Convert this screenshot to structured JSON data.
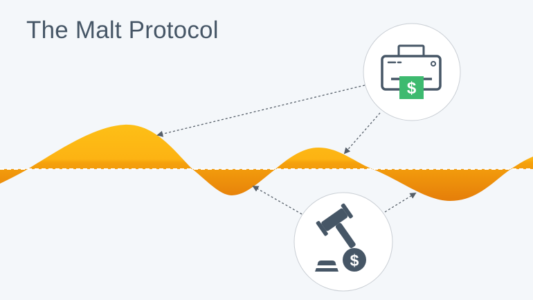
{
  "title": "The Malt Protocol",
  "colors": {
    "background": "#f4f7fa",
    "title": "#465666",
    "icon_dark": "#465666",
    "money_green": "#3dba6f",
    "wave_light": "#fdbd16",
    "wave_dark": "#e57e0a",
    "circle_border": "#c9ced4",
    "arrow": "#555e68"
  },
  "nodes": [
    {
      "id": "printer",
      "icon": "money-printer-icon",
      "symbol": "$"
    },
    {
      "id": "auction",
      "icon": "gavel-auction-icon",
      "symbol": "$"
    }
  ],
  "edges": [
    {
      "from": "printer",
      "to": "wave-peak-1"
    },
    {
      "from": "printer",
      "to": "wave-peak-2"
    },
    {
      "from": "auction",
      "to": "wave-trough-1"
    },
    {
      "from": "auction",
      "to": "wave-trough-2"
    }
  ]
}
